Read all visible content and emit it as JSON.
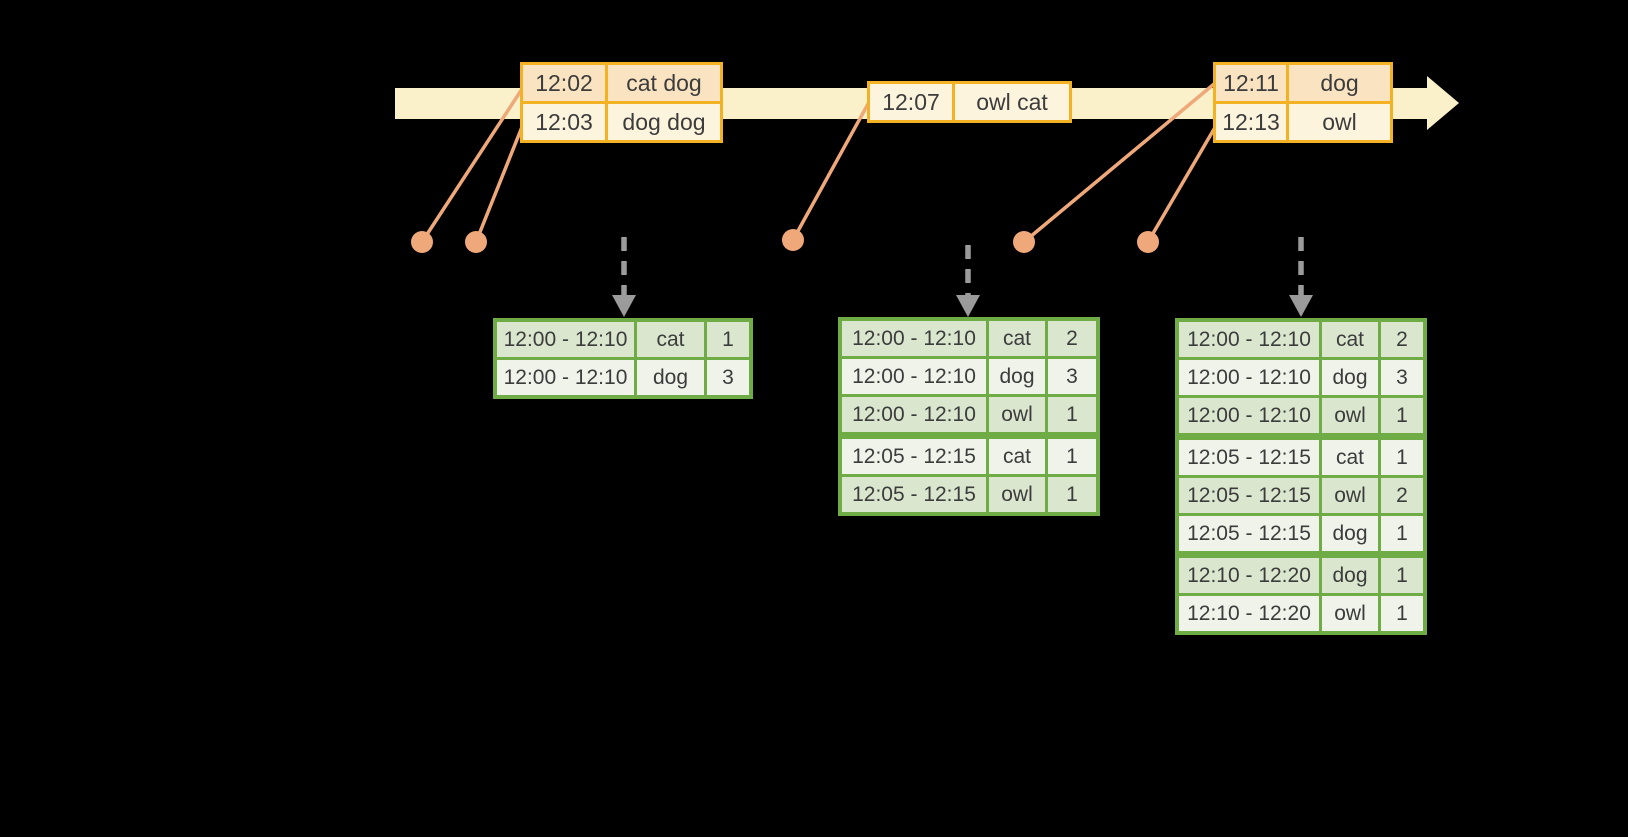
{
  "colors": {
    "background": "#000000",
    "timeline_band": "#FAF0C9",
    "event_table_border": "#F2B224",
    "event_row_dark": "#FAE3C1",
    "event_row_light": "#FDF4DE",
    "connector_salmon": "#EFA879",
    "result_table_border": "#6FAC46",
    "result_row_dark": "#DAE7CE",
    "result_row_light": "#EFF3EA",
    "trigger_arrow_gray": "#9B9B9B",
    "text": "#3C3C3C"
  },
  "icons": {
    "timeline_arrowhead": "right-arrowhead",
    "trigger_arrow": "dashed-down-arrow",
    "event_dot": "filled-circle"
  },
  "event_tables": [
    {
      "rows": [
        {
          "time": "12:02",
          "words": "cat dog"
        },
        {
          "time": "12:03",
          "words": "dog dog"
        }
      ]
    },
    {
      "rows": [
        {
          "time": "12:07",
          "words": "owl cat"
        }
      ]
    },
    {
      "rows": [
        {
          "time": "12:11",
          "words": "dog"
        },
        {
          "time": "12:13",
          "words": "owl"
        }
      ]
    }
  ],
  "result_tables": [
    {
      "rows": [
        {
          "window": "12:00 - 12:10",
          "word": "cat",
          "count": "1"
        },
        {
          "window": "12:00 - 12:10",
          "word": "dog",
          "count": "3"
        }
      ]
    },
    {
      "rows": [
        {
          "window": "12:00 - 12:10",
          "word": "cat",
          "count": "2"
        },
        {
          "window": "12:00 - 12:10",
          "word": "dog",
          "count": "3"
        },
        {
          "window": "12:00 - 12:10",
          "word": "owl",
          "count": "1"
        },
        {
          "window": "12:05 - 12:15",
          "word": "cat",
          "count": "1"
        },
        {
          "window": "12:05 - 12:15",
          "word": "owl",
          "count": "1"
        }
      ]
    },
    {
      "rows": [
        {
          "window": "12:00 - 12:10",
          "word": "cat",
          "count": "2"
        },
        {
          "window": "12:00 - 12:10",
          "word": "dog",
          "count": "3"
        },
        {
          "window": "12:00 - 12:10",
          "word": "owl",
          "count": "1"
        },
        {
          "window": "12:05 - 12:15",
          "word": "cat",
          "count": "1"
        },
        {
          "window": "12:05 - 12:15",
          "word": "owl",
          "count": "2"
        },
        {
          "window": "12:05 - 12:15",
          "word": "dog",
          "count": "1"
        },
        {
          "window": "12:10 - 12:20",
          "word": "dog",
          "count": "1"
        },
        {
          "window": "12:10 - 12:20",
          "word": "owl",
          "count": "1"
        }
      ]
    }
  ]
}
